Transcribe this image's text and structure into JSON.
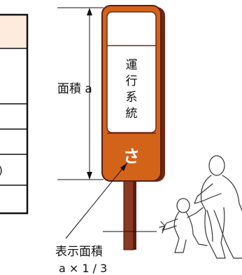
{
  "table": {
    "row_fragment": ")"
  },
  "sign": {
    "vertical_text": [
      "運",
      "行",
      "系",
      "統"
    ],
    "display_char": "さ"
  },
  "labels": {
    "area_label": "面積 a",
    "display_area_label": "表示面積",
    "display_area_formula": "a × 1 / 3"
  },
  "colors": {
    "sign_orange": "#d4631a",
    "post_brown": "#7a2e1a",
    "table_header_fill": "#fdebdd"
  }
}
